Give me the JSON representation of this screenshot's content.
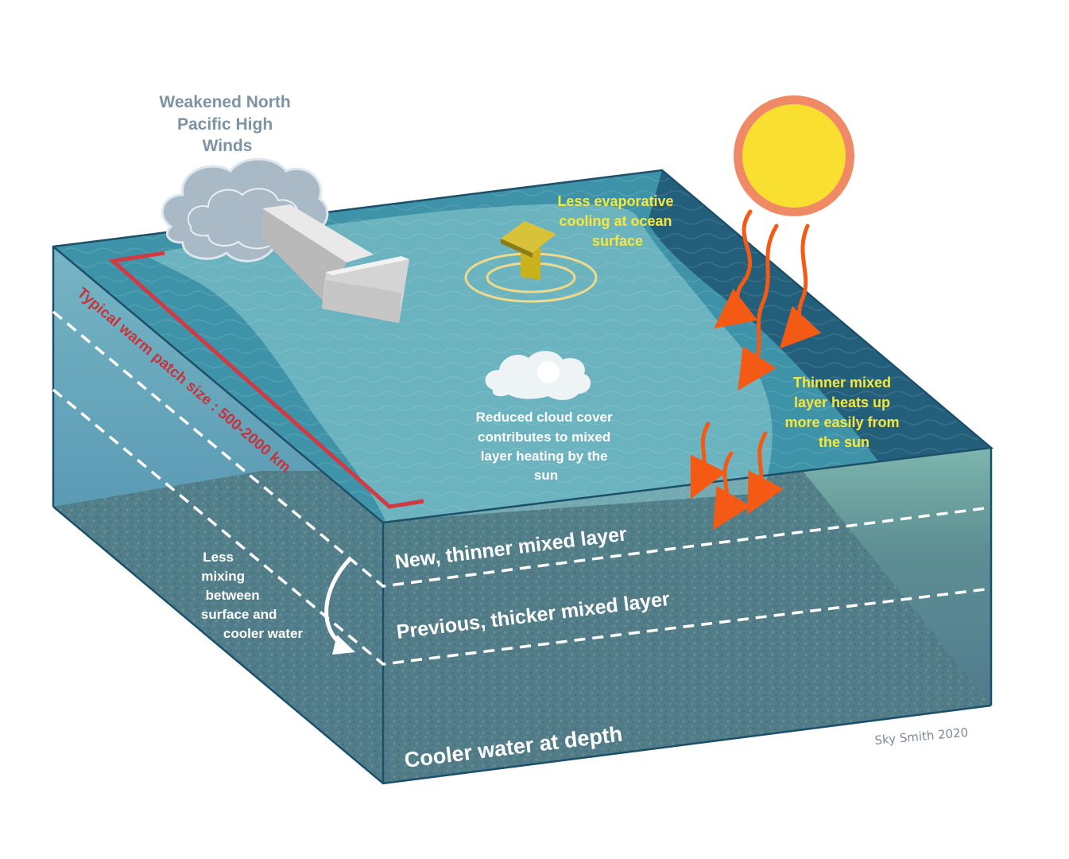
{
  "labels": {
    "winds_line1": "Weakened North",
    "winds_line2": "Pacific High",
    "winds_line3": "Winds",
    "evap_line1": "Less evaporative",
    "evap_line2": "cooling at ocean",
    "evap_line3": "surface",
    "thinner_line1": "Thinner mixed",
    "thinner_line2": "layer heats up",
    "thinner_line3": "more easily from",
    "thinner_line4": "the sun",
    "cloud_line1": "Reduced cloud cover",
    "cloud_line2": "contributes to mixed",
    "cloud_line3": "layer heating by the",
    "cloud_line4": "sun",
    "patch_size": "Typical warm patch size : 500-2000 km",
    "mixing_line1": "Less",
    "mixing_line2": "mixing",
    "mixing_line3": "between",
    "mixing_line4": "surface and",
    "mixing_line5": "cooler water",
    "new_layer": "New, thinner mixed layer",
    "prev_layer": "Previous, thicker mixed layer",
    "cool_water": "Cooler water at depth",
    "credit": "Sky Smith 2020"
  },
  "colors": {
    "surface": "#3f93a8",
    "warm_patch": "#8fcdd2",
    "deep_water": "#1e5470",
    "front_face_top": "#8ec9c6",
    "front_face_deep": "#4d7b92",
    "side_face": "#4a8fb0",
    "sun": "#f9df2f",
    "sun_ring": "#f08a66",
    "sun_rays": "#f45a14",
    "yellow_text": "#f7e73a",
    "patch_red": "#c8323a",
    "winds_text": "#7d93a4",
    "arrow_gray": "#c9c9c9",
    "evap_arrow": "#c9b21e",
    "box_edge": "#1c4f6a"
  }
}
